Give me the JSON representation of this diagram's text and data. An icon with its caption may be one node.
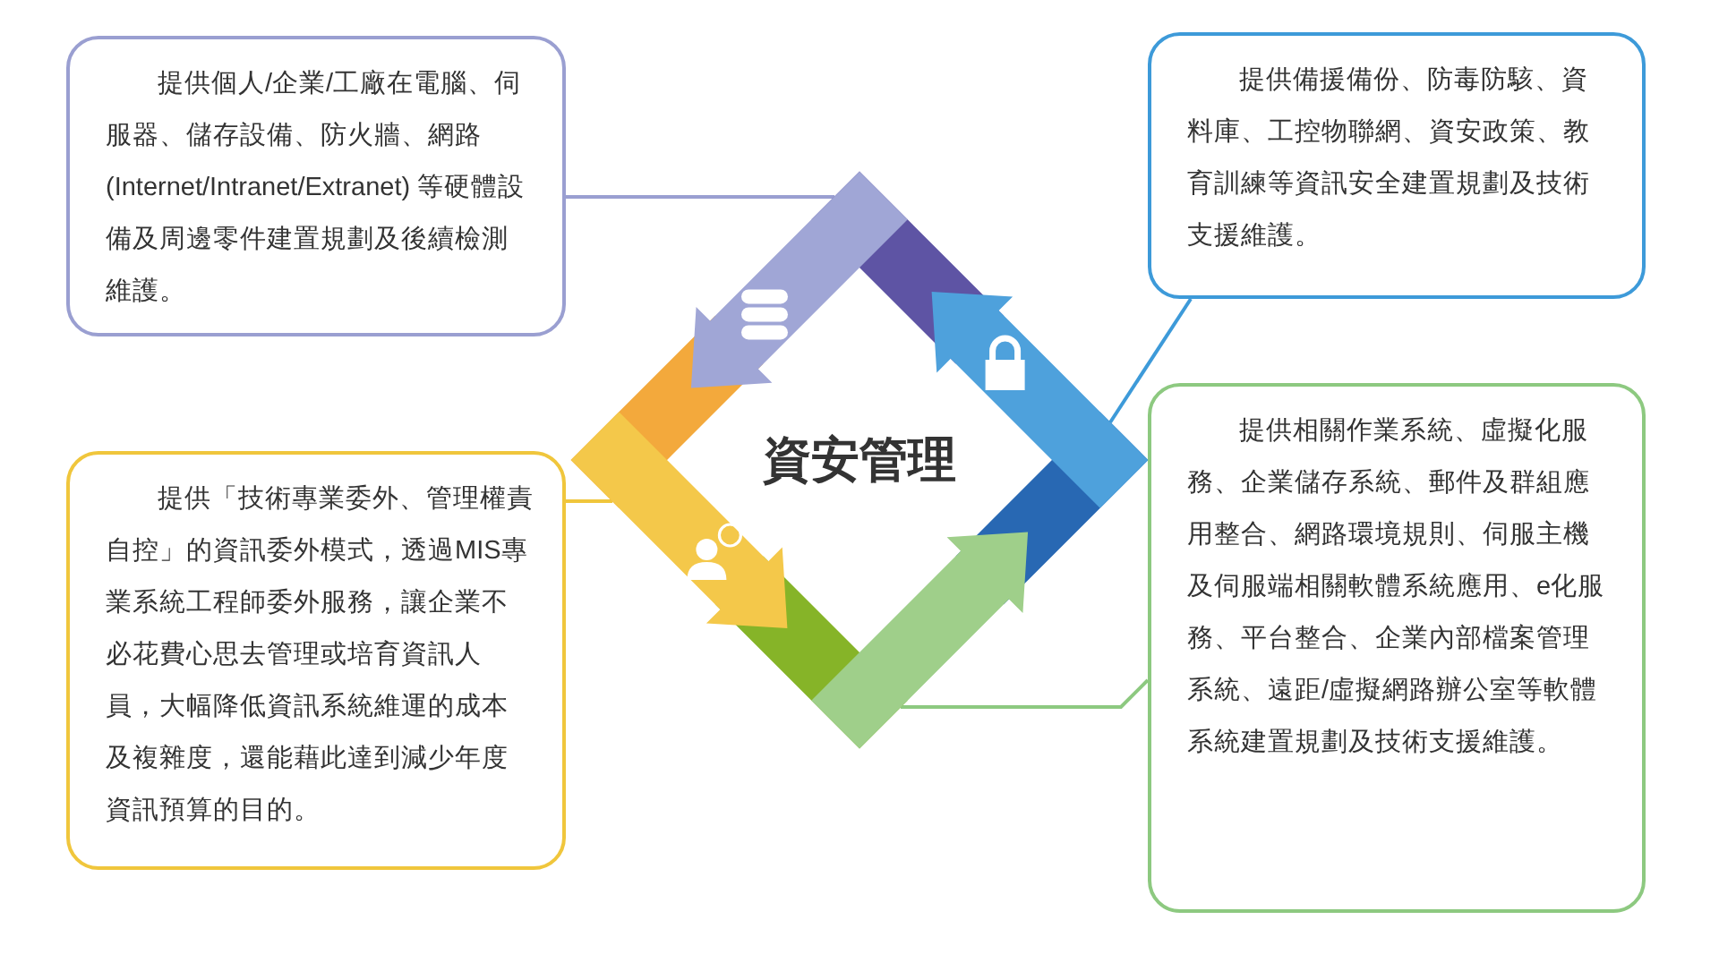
{
  "diagram": {
    "title": "資安管理",
    "nodes": [
      {
        "text": [
          "提供個人/企業/工廠在電腦、伺服器、儲存設備、防火牆、網路 (Internet/Intranet/Extranet) 等硬體設備及周邊零件建置規劃及後續檢測維護。"
        ]
      },
      {
        "text": [
          "提供備援備份、防毒防駭、資料庫、工控物聯網、資安政策、教育訓練等資訊安全建置規劃及技術支援維護。"
        ]
      },
      {
        "text": [
          "提供「技術專業委外、管理權責自控」的資訊委外模式，透過MIS專業系統工程師委外服務，讓企業不必花費心思去管理或培育資訊人員，大幅降低資訊系統維運的成本及複雜度，還能藉此達到減少年度資訊預算的目的。"
        ]
      },
      {
        "text": [
          "提供相關作業系統、虛擬化服務、企業儲存系統、郵件及群組應用整合、網路環境規則、伺服主機及伺服端相關軟體系統應用、e化服務、平台整合、企業內部檔案管理系統、遠距/虛擬網路辦公室等軟體系統建置規劃及技術支援維護。"
        ]
      }
    ],
    "edges": [
      {
        "from": 0,
        "to": null,
        "arrow": "none",
        "color": "#9a9fd1"
      },
      {
        "from": 1,
        "to": null,
        "arrow": "none",
        "color": "#3d9ad9"
      },
      {
        "from": 2,
        "to": null,
        "arrow": "none",
        "color": "#f0c63c"
      },
      {
        "from": 3,
        "to": null,
        "arrow": "none",
        "color": "#8dc980"
      }
    ]
  }
}
